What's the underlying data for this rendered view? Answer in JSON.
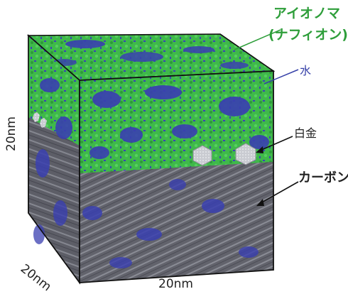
{
  "labels": {
    "ionomer": "アイオノマ",
    "nafion": "(ナフィオン)",
    "water": "水",
    "platinum": "白金",
    "carbon": "カーボン",
    "dim_vertical": "20nm",
    "dim_depth": "20nm",
    "dim_horizontal": "20nm"
  },
  "colors": {
    "ionomer": "#3fb94a",
    "water": "#3a3fb0",
    "carbon": "#6e6f78",
    "platinum": "#cfd1d6",
    "outline": "#111111"
  }
}
